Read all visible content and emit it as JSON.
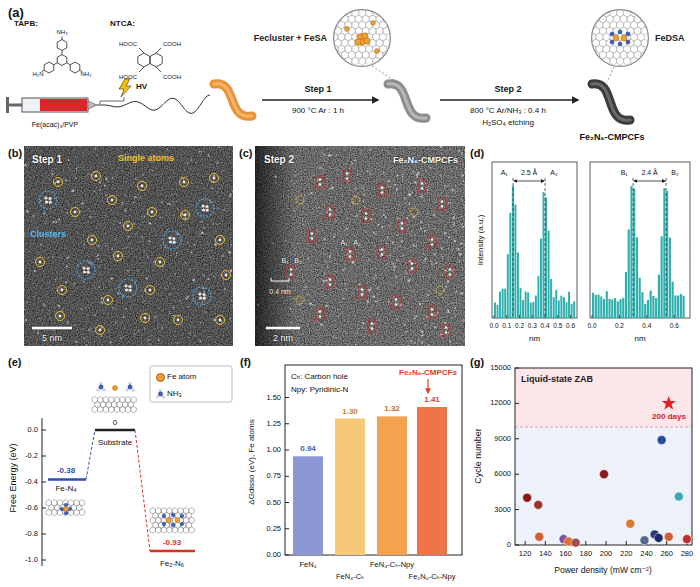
{
  "diagram": {
    "nodes": [
      {
        "text": [
          "Fecluster + FeSA"
        ]
      },
      {
        "text": [
          "FeDSA"
        ]
      }
    ],
    "labels": [
      "(a)",
      "TAPB:",
      "NH₂",
      "H₂N",
      "NH₂",
      "NTCA:",
      "HOOC",
      "COOH",
      "HOOC",
      "COOH",
      "HV",
      "Fe(acac)₃/PVP",
      "Step 1",
      "900 °C Ar : 1 h",
      "Step 2",
      "800 °C Ar/NH₃ : 0.4 h",
      "H₂SO₄ etching",
      "Fe₂N₆-CMPCFs",
      "(b)",
      "Step 1",
      "Single atoms",
      "Clusters",
      "5 nm",
      "(c)",
      "Step 2",
      "Fe₂N₆-CMPCFs",
      "A₁",
      "A₂",
      "B₁",
      "B₂",
      "0.4 nm",
      "2 nm",
      "(d)",
      "Intensity (a.u.)",
      "A₁",
      "2.5 Å",
      "A₂",
      "0.0",
      "0.1",
      "0.2",
      "0.3",
      "0.4",
      "0.5",
      "0.6",
      "nm",
      "B₁",
      "2.4 Å",
      "B₂",
      "0.0",
      "0.2",
      "0.4",
      "0.6",
      "nm",
      "(e)",
      "Free Energy (eV)",
      "0.0",
      "-0.2",
      "-0.4",
      "-0.6",
      "-0.8",
      "-1.0",
      "0",
      "Substrate",
      "-0.38",
      "Fe-N₄",
      "-0.93",
      "Fe₂-N₆",
      "(f)",
      "ΔGdisso (eV), Fe atoms",
      "0.00",
      "0.25",
      "0.50",
      "0.75",
      "1.00",
      "1.25",
      "1.50",
      "Cₕ: Carbon hole",
      "Npy: Pyridinic-N",
      "Fe₂N₆-CMPCFs",
      "0.94",
      "1.30",
      "1.32",
      "1.41",
      "FeN₄",
      "FeN₄-Cₕ",
      "FeN₄-Cₕ-Npy",
      "Fe₂N₆-Cₕ-Npy",
      "(g)",
      "Cycle number",
      "0",
      "3000",
      "6000",
      "9000",
      "12000",
      "15000",
      "Liquid-state ZAB",
      "200 days",
      "120",
      "140",
      "160",
      "180",
      "200",
      "220",
      "240",
      "260",
      "280",
      "Power density (mW cm⁻²)"
    ],
    "legend": [
      {
        "text": "Fe atom",
        "color": "#f0a030"
      },
      {
        "text": "NH₃"
      }
    ]
  }
}
